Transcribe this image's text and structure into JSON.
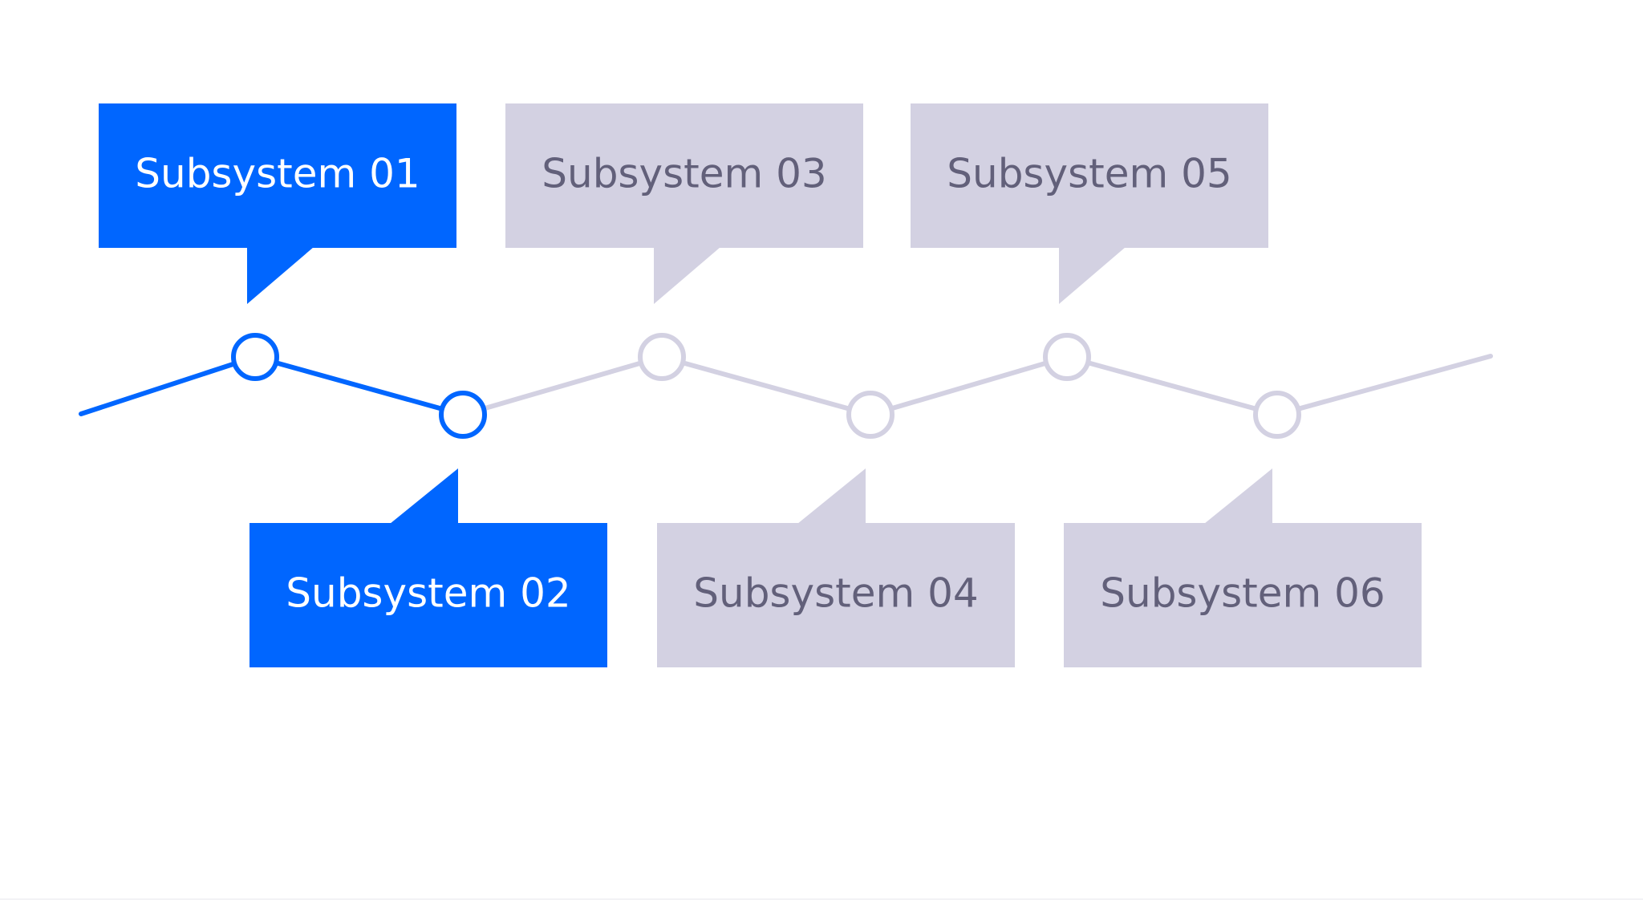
{
  "colors": {
    "active": "#0066ff",
    "inactive_fill": "#d3d1e2",
    "inactive_stroke": "#d3d1e2",
    "active_text": "#ffffff",
    "inactive_text": "#62607a",
    "node_fill": "#ffffff",
    "background": "#ffffff"
  },
  "subsystems": [
    {
      "label": "Subsystem 01",
      "position": "top",
      "active": true
    },
    {
      "label": "Subsystem 02",
      "position": "bottom",
      "active": true
    },
    {
      "label": "Subsystem 03",
      "position": "top",
      "active": false
    },
    {
      "label": "Subsystem 04",
      "position": "bottom",
      "active": false
    },
    {
      "label": "Subsystem 05",
      "position": "top",
      "active": false
    },
    {
      "label": "Subsystem 06",
      "position": "bottom",
      "active": false
    }
  ]
}
